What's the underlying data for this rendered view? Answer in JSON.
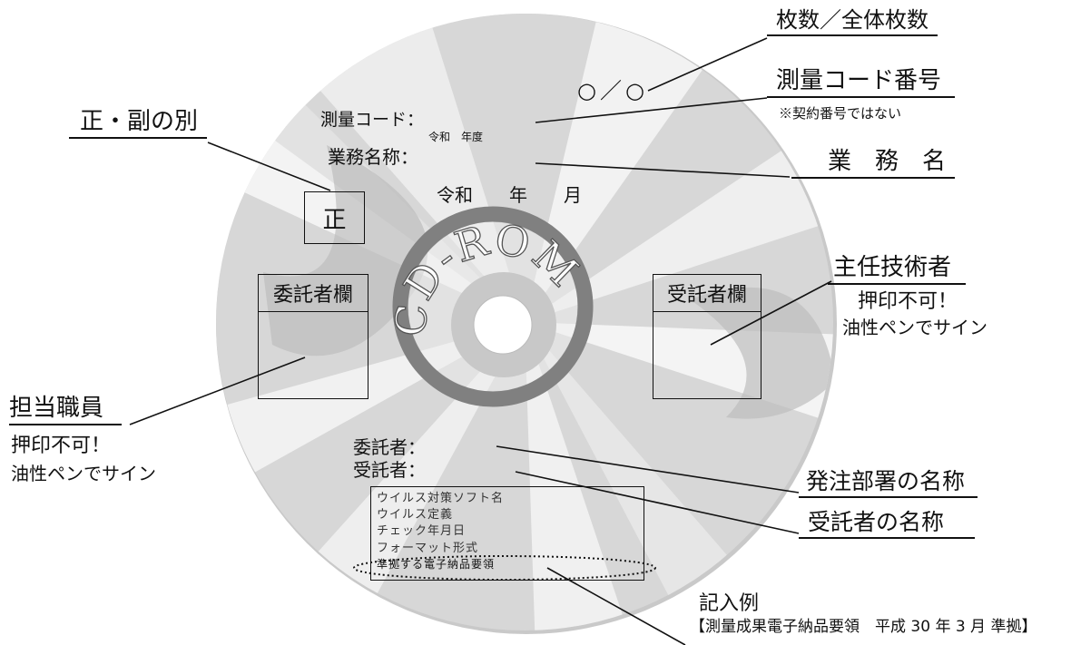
{
  "disc": {
    "center_label": "CD-ROM",
    "sheet_value": "○／○",
    "survey_code_label": "測量コード：",
    "fiscal_year_label": "令和　年度",
    "project_name_label": "業務名称：",
    "date_label": "令和　　年　　月",
    "copy_type_value": "正",
    "client_box_title": "委託者欄",
    "contractor_box_title": "受託者欄",
    "client_label": "委託者：",
    "contractor_label": "受託者：",
    "info_rows": [
      "ウイルス対策ソフト名",
      "ウイルス定義",
      "チェック年月日",
      "フォーマット形式",
      "準拠する電子納品要領"
    ]
  },
  "callouts": {
    "sheet_count": "枚数／全体枚数",
    "survey_code_number": "測量コード番号",
    "survey_code_note": "※契約番号ではない",
    "copy_type": "正・副の別",
    "project_name": "業　務　名",
    "chief_engineer": "主任技術者",
    "chief_engineer_note1": "押印不可！",
    "chief_engineer_note2": "油性ペンでサイン",
    "staff": "担当職員",
    "staff_note1": "押印不可！",
    "staff_note2": "油性ペンでサイン",
    "ordering_dept": "発注部署の名称",
    "contractor_name": "受託者の名称",
    "example_title": "記入例",
    "example_text": "【測量成果電子納品要領　平成 30 年 3 月 準拠】"
  }
}
